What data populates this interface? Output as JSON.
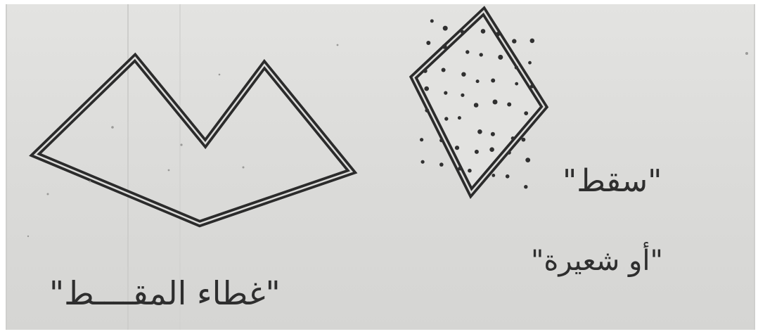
{
  "figure": {
    "labels": {
      "saqat": "\"سقط\"",
      "shaira": "\"أو شعيرة\"",
      "ghata": "\"غطاء المقــــط\""
    },
    "shapes": {
      "crown_polygon": "crown-shape",
      "dotted_diamond": "dotted-diamond-shape"
    },
    "colors": {
      "paper": "#dcdcda",
      "ink": "#2e2e2e"
    }
  }
}
